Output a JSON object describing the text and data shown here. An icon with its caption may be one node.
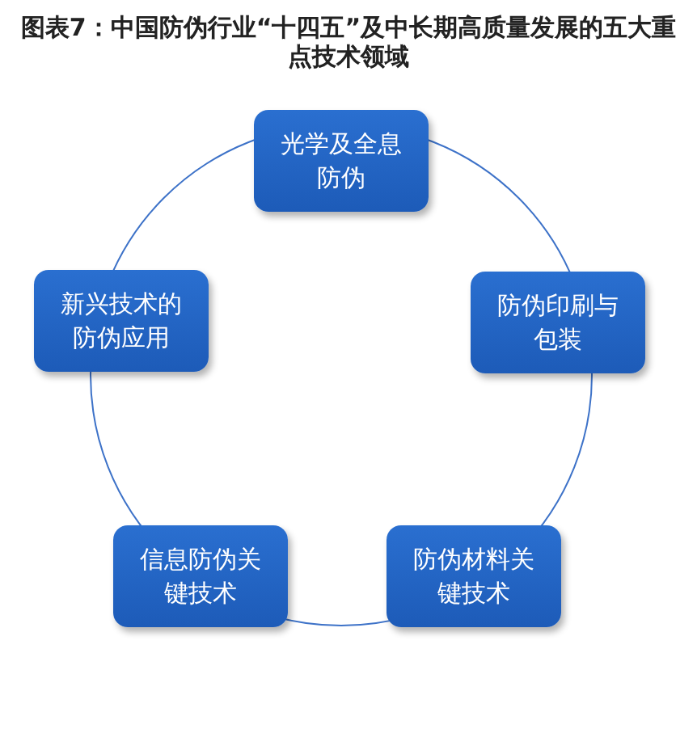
{
  "diagram": {
    "title": "图表7：中国防伪行业“十四五”及中长期高质量发展的五大重点技术领域",
    "nodes": [
      {
        "text": [
          "光学及全息防伪"
        ]
      },
      {
        "text": [
          "防伪印刷与包装"
        ]
      },
      {
        "text": [
          "防伪材料关键技术"
        ]
      },
      {
        "text": [
          "信息防伪关键技术"
        ]
      },
      {
        "text": [
          "新兴技术的防伪应用"
        ]
      }
    ]
  }
}
